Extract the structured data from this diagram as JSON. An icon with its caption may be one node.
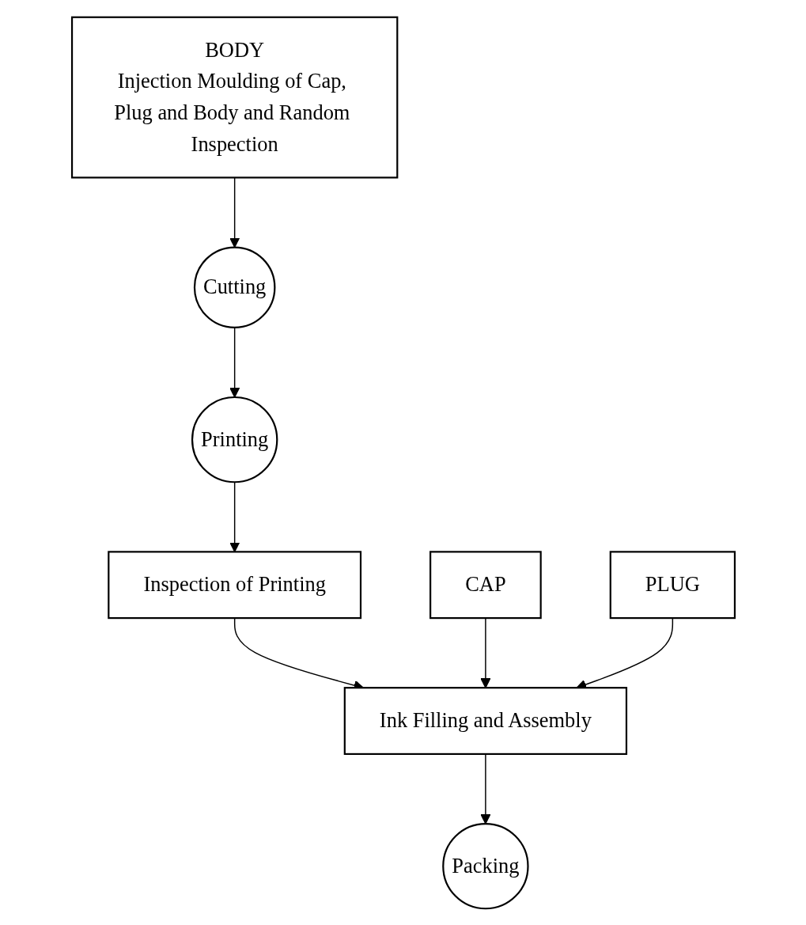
{
  "diagram": {
    "nodes": [
      {
        "text": [
          "CAP"
        ]
      },
      {
        "text": [
          "PLUG"
        ]
      },
      {
        "text": [
          "BODY",
          "Injection Moulding of Cap, Plug and Body and Random Inspection"
        ]
      },
      {
        "text": [
          "Cutting"
        ]
      },
      {
        "text": [
          "Printing"
        ]
      },
      {
        "text": [
          "Inspection of Printing"
        ]
      },
      {
        "text": [
          "Ink Filling and Assembly"
        ]
      },
      {
        "text": [
          "Packing"
        ]
      }
    ],
    "edges": [
      {
        "from": 2,
        "to": 3,
        "arrow": "to"
      },
      {
        "from": 3,
        "to": 4,
        "arrow": "to"
      },
      {
        "from": 4,
        "to": 5,
        "arrow": "to"
      },
      {
        "from": 5,
        "to": 6,
        "arrow": "to"
      },
      {
        "from": 0,
        "to": 6,
        "arrow": "to"
      },
      {
        "from": 1,
        "to": 6,
        "arrow": "to"
      },
      {
        "from": 6,
        "to": 7,
        "arrow": "to"
      }
    ]
  }
}
